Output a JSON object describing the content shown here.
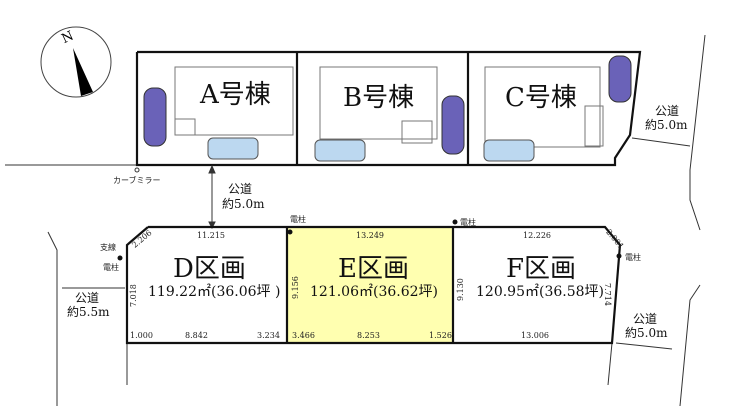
{
  "compass": {
    "label": "N"
  },
  "buildings": [
    {
      "label": "A号棟"
    },
    {
      "label": "B号棟"
    },
    {
      "label": "C号棟"
    }
  ],
  "curve_mirror": "カーブミラー",
  "roads": {
    "top_right": {
      "line1": "公道",
      "line2": "約5.0m"
    },
    "middle": {
      "line1": "公道",
      "line2": "約5.0m"
    },
    "left": {
      "line1": "公道",
      "line2": "約5.5m"
    },
    "bottom_right": {
      "line1": "公道",
      "line2": "約5.0m"
    }
  },
  "utility_pole": "電柱",
  "guy_wire": "支線",
  "lots": [
    {
      "name": "D区画",
      "area": "119.22㎡(36.06坪 )",
      "dims": {
        "top": "11.215",
        "corner": "2.206",
        "left": "7.018",
        "bottom_a": "1.000",
        "bottom_b": "8.842",
        "bottom_c": "3.234"
      }
    },
    {
      "name": "E区画",
      "area": "121.06㎡(36.62坪)",
      "highlight": "#ffffb0",
      "dims": {
        "top": "13.249",
        "left": "9.156",
        "bottom_a": "3.466",
        "bottom_b": "8.253",
        "bottom_c": "1.526"
      }
    },
    {
      "name": "F区画",
      "area": "120.95㎡(36.58坪)",
      "dims": {
        "top": "12.226",
        "corner": "2.001",
        "left": "9.130",
        "right": "7.714",
        "bottom": "13.006"
      }
    }
  ]
}
